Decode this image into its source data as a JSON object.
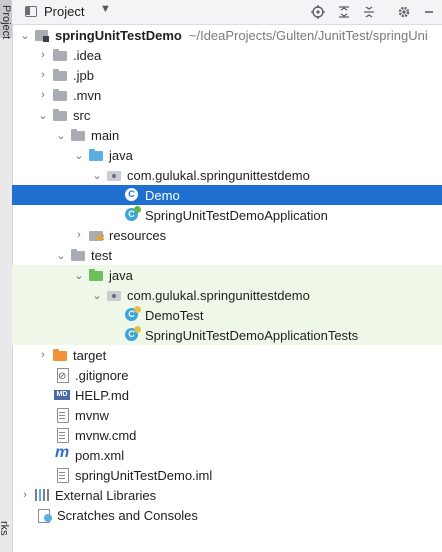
{
  "strip": {
    "top_label": "Project",
    "bottom_label": "rks"
  },
  "header": {
    "title": "Project",
    "icons": [
      "target-icon",
      "expand-all-icon",
      "collapse-all-icon",
      "settings-gear-icon",
      "minimize-icon"
    ]
  },
  "tree": [
    {
      "label": "springUnitTestDemo",
      "path": "~/IdeaProjects/Gulten/JunitTest/springUni",
      "icon": "module-root-icon",
      "expanded": true,
      "bold": true
    },
    {
      "label": ".idea",
      "icon": "folder-icon",
      "expanded": false
    },
    {
      "label": ".jpb",
      "icon": "folder-icon",
      "expanded": false
    },
    {
      "label": ".mvn",
      "icon": "folder-icon",
      "expanded": false
    },
    {
      "label": "src",
      "icon": "folder-icon",
      "expanded": true
    },
    {
      "label": "main",
      "icon": "folder-icon",
      "expanded": true
    },
    {
      "label": "java",
      "icon": "source-folder-icon",
      "expanded": true
    },
    {
      "label": "com.gulukal.springunittestdemo",
      "icon": "package-icon",
      "expanded": true
    },
    {
      "label": "Demo",
      "icon": "class-icon",
      "selected": true
    },
    {
      "label": "SpringUnitTestDemoApplication",
      "icon": "spring-boot-class-icon"
    },
    {
      "label": "resources",
      "icon": "resources-folder-icon",
      "expanded": false
    },
    {
      "label": "test",
      "icon": "folder-icon",
      "expanded": true
    },
    {
      "label": "java",
      "icon": "test-folder-icon",
      "expanded": true
    },
    {
      "label": "com.gulukal.springunittestdemo",
      "icon": "package-icon",
      "expanded": true
    },
    {
      "label": "DemoTest",
      "icon": "test-class-icon"
    },
    {
      "label": "SpringUnitTestDemoApplicationTests",
      "icon": "test-class-icon"
    },
    {
      "label": "target",
      "icon": "excluded-folder-icon",
      "expanded": false
    },
    {
      "label": ".gitignore",
      "icon": "gitignore-file-icon"
    },
    {
      "label": "HELP.md",
      "icon": "markdown-file-icon"
    },
    {
      "label": "mvnw",
      "icon": "text-file-icon"
    },
    {
      "label": "mvnw.cmd",
      "icon": "text-file-icon"
    },
    {
      "label": "pom.xml",
      "icon": "maven-icon"
    },
    {
      "label": "springUnitTestDemo.iml",
      "icon": "iml-file-icon"
    },
    {
      "label": "External Libraries",
      "icon": "libraries-icon",
      "expanded": false
    },
    {
      "label": "Scratches and Consoles",
      "icon": "scratches-icon"
    }
  ],
  "colors": {
    "selection": "#1f6fd0",
    "test_highlight": "#eff7e8",
    "source_folder": "#5aaee3",
    "test_folder": "#6cbf5a",
    "excluded_folder": "#f0923a"
  }
}
